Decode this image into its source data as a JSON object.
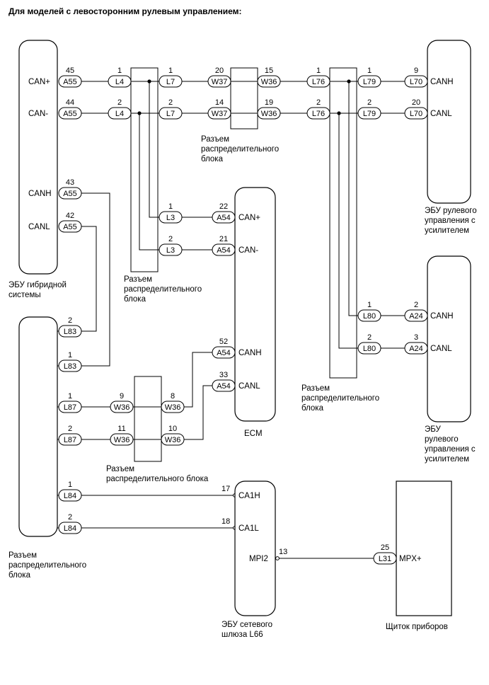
{
  "heading": "Для моделей с левосторонним рулевым управлением:",
  "units": {
    "hybrid": "ЭБУ гибридной системы",
    "hybrid_lines": [
      "ЭБУ гибридной",
      "системы"
    ],
    "eps1_lines": [
      "ЭБУ рулевого",
      "управления с",
      "усилителем"
    ],
    "eps2_lines": [
      "ЭБУ",
      "рулевого",
      "управления с",
      "усилителем"
    ],
    "ecm": "ECM",
    "gateway_lines": [
      "ЭБУ сетевого",
      "шлюза L66"
    ],
    "meter": "Щиток приборов"
  },
  "junctions": {
    "jb_top_lines": [
      "Разъем",
      "распределительного",
      "блока"
    ],
    "jb_left_top_lines": [
      "Разъем",
      "распределительного",
      "блока"
    ],
    "jb_right_lines": [
      "Разъем",
      "распределительного",
      "блока"
    ],
    "jb_mid_lines": [
      "Разъем",
      "распределительного блока"
    ],
    "jb_left_bottom_lines": [
      "Разъем",
      "распределительного",
      "блока"
    ]
  },
  "signals": {
    "hybrid_canp": "CAN+",
    "hybrid_canm": "CAN-",
    "hybrid_canh": "CANH",
    "hybrid_canl": "CANL",
    "eps1_canh": "CANH",
    "eps1_canl": "CANL",
    "ecm_canp": "CAN+",
    "ecm_canm": "CAN-",
    "ecm_canh": "CANH",
    "ecm_canl": "CANL",
    "eps2_canh": "CANH",
    "eps2_canl": "CANL",
    "gw_ca1h": "CA1H",
    "gw_ca1l": "CA1L",
    "gw_mpi2": "MPI2",
    "meter_mpx": "MPX+"
  },
  "connectors": {
    "a55_1": {
      "code": "A55",
      "pin": "45"
    },
    "a55_2": {
      "code": "A55",
      "pin": "44"
    },
    "a55_3": {
      "code": "A55",
      "pin": "43"
    },
    "a55_4": {
      "code": "A55",
      "pin": "42"
    },
    "l4_1": {
      "code": "L4",
      "pin": "1"
    },
    "l4_2": {
      "code": "L4",
      "pin": "2"
    },
    "l7_1": {
      "code": "L7",
      "pin": "1"
    },
    "l7_2": {
      "code": "L7",
      "pin": "2"
    },
    "w37_1": {
      "code": "W37",
      "pin": "20"
    },
    "w37_2": {
      "code": "W37",
      "pin": "14"
    },
    "w36_t1": {
      "code": "W36",
      "pin": "15"
    },
    "w36_t2": {
      "code": "W36",
      "pin": "19"
    },
    "l76_1": {
      "code": "L76",
      "pin": "1"
    },
    "l76_2": {
      "code": "L76",
      "pin": "2"
    },
    "l79_1": {
      "code": "L79",
      "pin": "1"
    },
    "l79_2": {
      "code": "L79",
      "pin": "2"
    },
    "l70_1": {
      "code": "L70",
      "pin": "9"
    },
    "l70_2": {
      "code": "L70",
      "pin": "20"
    },
    "l3_1": {
      "code": "L3",
      "pin": "1"
    },
    "l3_2": {
      "code": "L3",
      "pin": "2"
    },
    "a54_1": {
      "code": "A54",
      "pin": "22"
    },
    "a54_2": {
      "code": "A54",
      "pin": "21"
    },
    "a54_3": {
      "code": "A54",
      "pin": "52"
    },
    "a54_4": {
      "code": "A54",
      "pin": "33"
    },
    "l80_1": {
      "code": "L80",
      "pin": "1"
    },
    "l80_2": {
      "code": "L80",
      "pin": "2"
    },
    "a24_1": {
      "code": "A24",
      "pin": "2"
    },
    "a24_2": {
      "code": "A24",
      "pin": "3"
    },
    "l83_1": {
      "code": "L83",
      "pin": "2"
    },
    "l83_2": {
      "code": "L83",
      "pin": "1"
    },
    "l87_1": {
      "code": "L87",
      "pin": "1"
    },
    "l87_2": {
      "code": "L87",
      "pin": "2"
    },
    "w36_b1": {
      "code": "W36",
      "pin": "9"
    },
    "w36_b2": {
      "code": "W36",
      "pin": "11"
    },
    "w36_b3": {
      "code": "W36",
      "pin": "8"
    },
    "w36_b4": {
      "code": "W36",
      "pin": "10"
    },
    "l84_1": {
      "code": "L84",
      "pin": "1"
    },
    "l84_2": {
      "code": "L84",
      "pin": "2"
    },
    "l31": {
      "code": "L31",
      "pin": "25"
    }
  },
  "gateway_pins": {
    "ca1h": "17",
    "ca1l": "18",
    "mpi2": "13"
  }
}
